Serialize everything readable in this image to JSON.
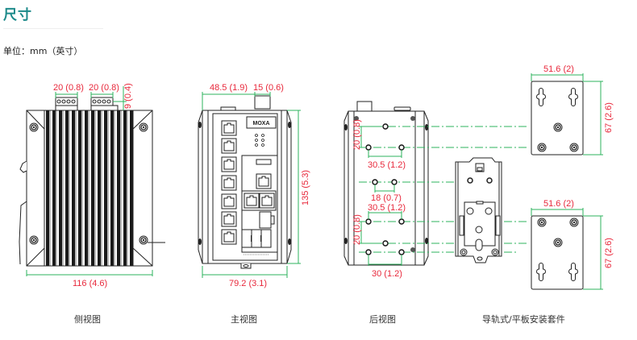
{
  "section": {
    "title": "尺寸",
    "unit_label": "单位：mm（英寸）"
  },
  "colors": {
    "title": "#1d8a8a",
    "dimension_text": "#e8283b",
    "dimension_line": "#2db35d",
    "drawing_line": "#222222"
  },
  "views": [
    {
      "caption": "侧视图",
      "dimensions": {
        "connector_a": "20 (0.8)",
        "connector_b": "20 (0.8)",
        "connector_height": "9 (0.4)",
        "depth": "116 (4.6)"
      }
    },
    {
      "caption": "主视图",
      "dimensions": {
        "left_offset": "48.5 (1.9)",
        "connector_width": "15 (0.6)",
        "height": "135 (5.3)",
        "width": "79.2 (3.1)"
      },
      "logo_text": "MOXA"
    },
    {
      "caption": "后视图",
      "dimensions": {
        "upper_vertical": "20 (0.8)",
        "upper_horizontal": "30.5 (1.2)",
        "middle_horizontal": "18 (0.7)",
        "lower_horizontal_top": "30.5 (1.2)",
        "lower_vertical": "20 (0.8)",
        "bottom_horizontal": "30 (1.2)"
      }
    },
    {
      "caption": "导轨式/平板安装套件",
      "dimensions": {
        "top_plate_width": "51.6 (2)",
        "top_plate_height": "67 (2.6)",
        "bottom_plate_width": "51.6 (2)",
        "bottom_plate_height": "67 (2.6)"
      }
    }
  ]
}
